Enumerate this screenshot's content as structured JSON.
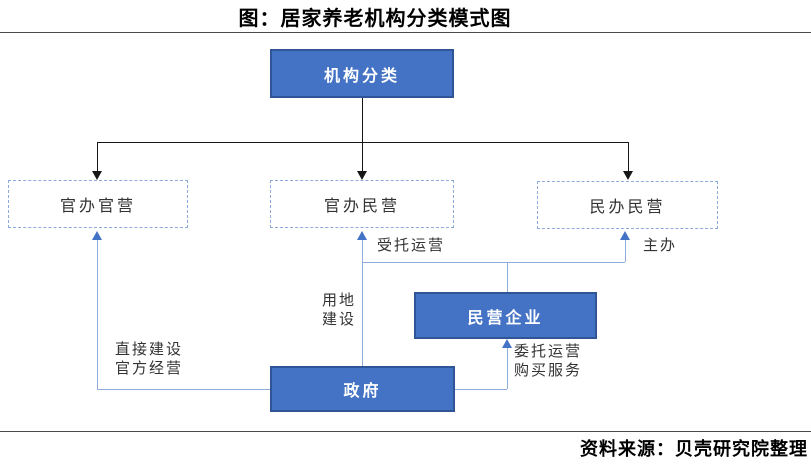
{
  "title": "图：居家养老机构分类模式图",
  "source_note": "资料来源：贝壳研究院整理",
  "nodes": {
    "root": "机构分类",
    "gov_run_gov_operated": "官办官营",
    "gov_run_private_operated": "官办民营",
    "private_run_private_operated": "民办民营",
    "private_enterprise": "民营企业",
    "government": "政府"
  },
  "edge_labels": {
    "entrusted_operation": "受托运营",
    "host": "主办",
    "land_construction": [
      "用地",
      "建设"
    ],
    "direct_build_official_operate": [
      "直接建设",
      "官方经营"
    ],
    "commission_operate_buy_service": [
      "委托运营",
      "购买服务"
    ]
  },
  "edges": [
    {
      "from": "机构分类",
      "to": "官办官营",
      "label": ""
    },
    {
      "from": "机构分类",
      "to": "官办民营",
      "label": ""
    },
    {
      "from": "机构分类",
      "to": "民办民营",
      "label": ""
    },
    {
      "from": "政府",
      "to": "官办官营",
      "label": "直接建设 官方经营"
    },
    {
      "from": "政府",
      "to": "官办民营",
      "label": "用地 建设"
    },
    {
      "from": "民营企业",
      "to": "官办民营",
      "label": "受托运营"
    },
    {
      "from": "民营企业",
      "to": "民办民营",
      "label": "主办"
    },
    {
      "from": "政府",
      "to": "民营企业",
      "label": "委托运营 购买服务"
    }
  ],
  "colors": {
    "node_fill": "#4472C4",
    "node_border": "#2F5597",
    "dashed_border": "#8EA9DB",
    "blue_line": "#8FAEDC",
    "blue_arrowhead": "#4472C4",
    "black_line": "#161616",
    "label_text": "#333333"
  }
}
